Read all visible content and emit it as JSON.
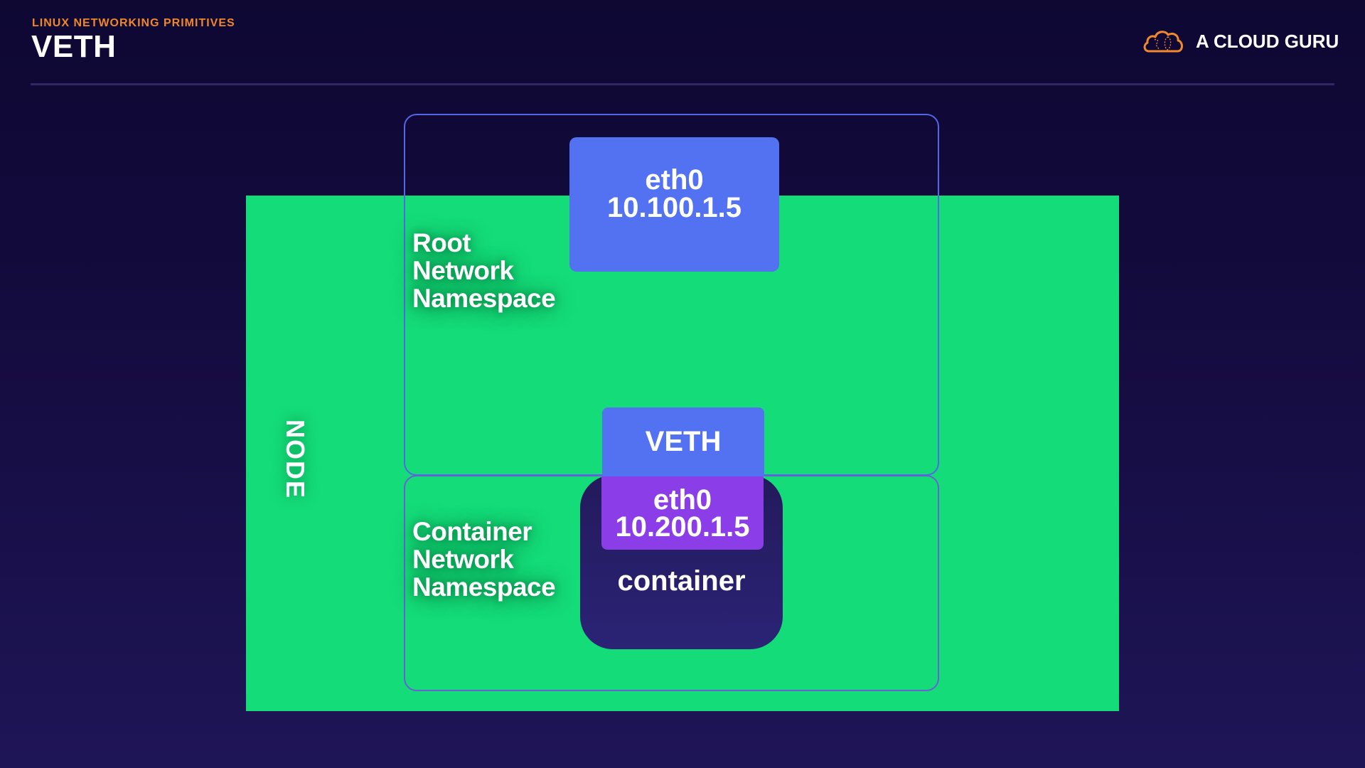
{
  "header": {
    "kicker": "LINUX NETWORKING PRIMITIVES",
    "title": "VETH",
    "brand": {
      "name": "A CLOUD GURU",
      "icon": "cloud-logo-icon",
      "color": "#f0892e"
    }
  },
  "diagram": {
    "node": {
      "label": "NODE",
      "color": "#14dc79"
    },
    "root_namespace": {
      "label_lines": [
        "Root",
        "Network",
        "Namespace"
      ],
      "interface": {
        "name": "eth0",
        "ip": "10.100.1.5",
        "color": "#5272f2"
      }
    },
    "veth": {
      "label": "VETH",
      "color": "#5272f2"
    },
    "container_namespace": {
      "label_lines": [
        "Container",
        "Network",
        "Namespace"
      ],
      "container": {
        "label": "container",
        "interface": {
          "name": "eth0",
          "ip": "10.200.1.5",
          "color": "#8b3de8"
        }
      }
    }
  }
}
